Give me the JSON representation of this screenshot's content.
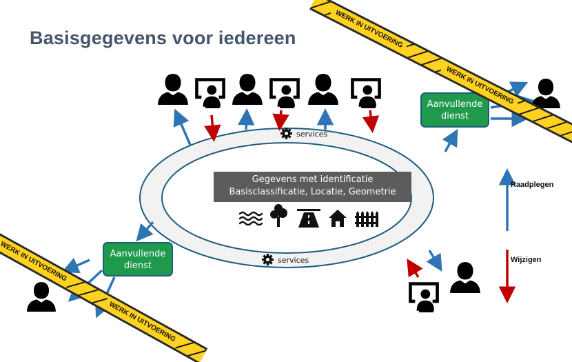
{
  "title": "Basisgegevens voor iedereen",
  "info_box": {
    "line1": "Gegevens met identificatie",
    "line2": "Basisclassificatie, Locatie, Geometrie"
  },
  "services_top": "services",
  "services_bottom": "services",
  "dienst_top": {
    "line1": "Aanvullende",
    "line2": "dienst"
  },
  "dienst_bottom": {
    "line1": "Aanvullende",
    "line2": "dienst"
  },
  "label_raadplegen": "Raadplegen",
  "label_wijzigen": "Wijzigen",
  "tape_top": {
    "text1": "WERK IN UITVOERING",
    "text2": "WERK IN UITVOERING"
  },
  "tape_bottom": {
    "text1": "WERK IN UITVOERING",
    "text2": "WERK IN UITVOERING"
  },
  "icons": [
    "person-icon",
    "monitor-user-icon",
    "gear-icon",
    "water-icon",
    "tree-icon",
    "road-icon",
    "house-icon",
    "fence-icon"
  ],
  "colors": {
    "title": "#44546a",
    "arrow_blue": "#2e75b6",
    "arrow_red": "#c00000",
    "green": "#1f9a4d",
    "ring_border": "#1d5c7d",
    "info_box": "#5c5c5c",
    "tape": "#ffd21f"
  }
}
